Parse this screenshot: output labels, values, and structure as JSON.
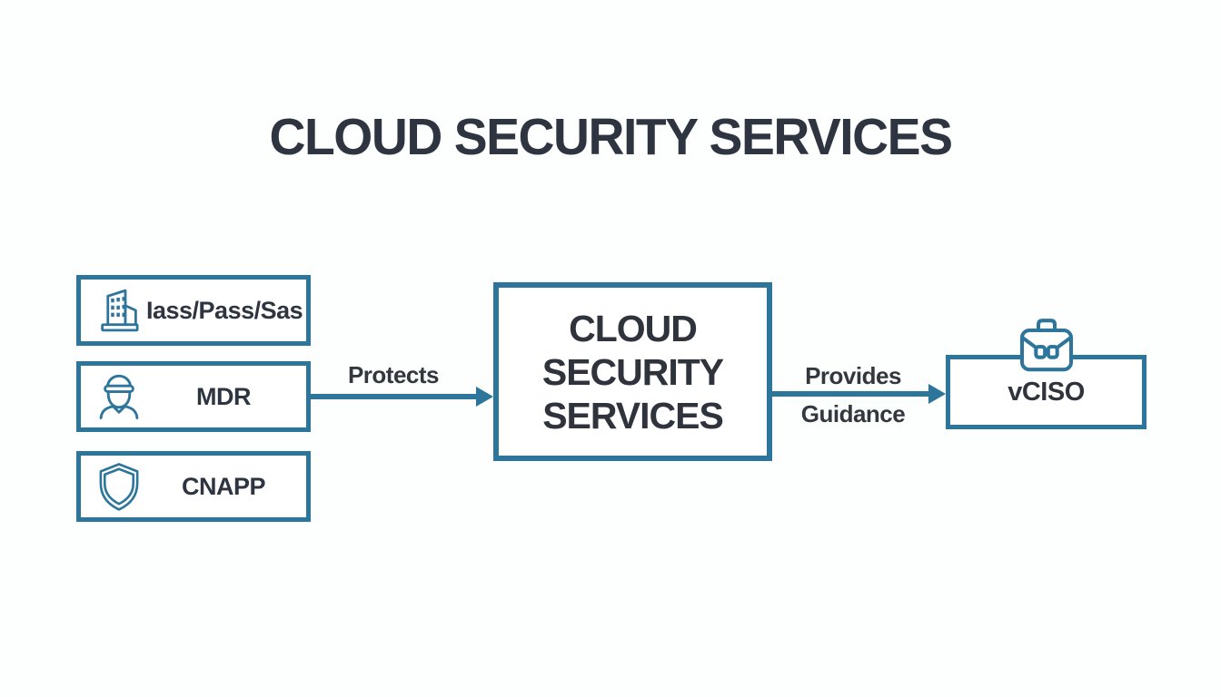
{
  "title": "CLOUD SECURITY SERVICES",
  "colors": {
    "accent": "#2e759c",
    "text_dark": "#2f3540",
    "background": "#fdfefe",
    "box_fill": "#ffffff"
  },
  "diagram": {
    "sources": [
      {
        "label": "Iass/Pass/Sas",
        "icon": "building-icon"
      },
      {
        "label": "MDR",
        "icon": "analyst-person-icon"
      },
      {
        "label": "CNAPP",
        "icon": "shield-icon"
      }
    ],
    "center": {
      "lines": [
        "CLOUD",
        "SECURITY",
        "SERVICES"
      ]
    },
    "target": {
      "label": "vCISO",
      "icon": "briefcase-icon"
    },
    "arrow_protects": {
      "label": "Protects",
      "from": "MDR",
      "to": "CLOUD SECURITY SERVICES"
    },
    "arrow_guidance": {
      "line1": "Provides",
      "line2": "Guidance",
      "from": "CLOUD SECURITY SERVICES",
      "to": "vCISO"
    }
  }
}
